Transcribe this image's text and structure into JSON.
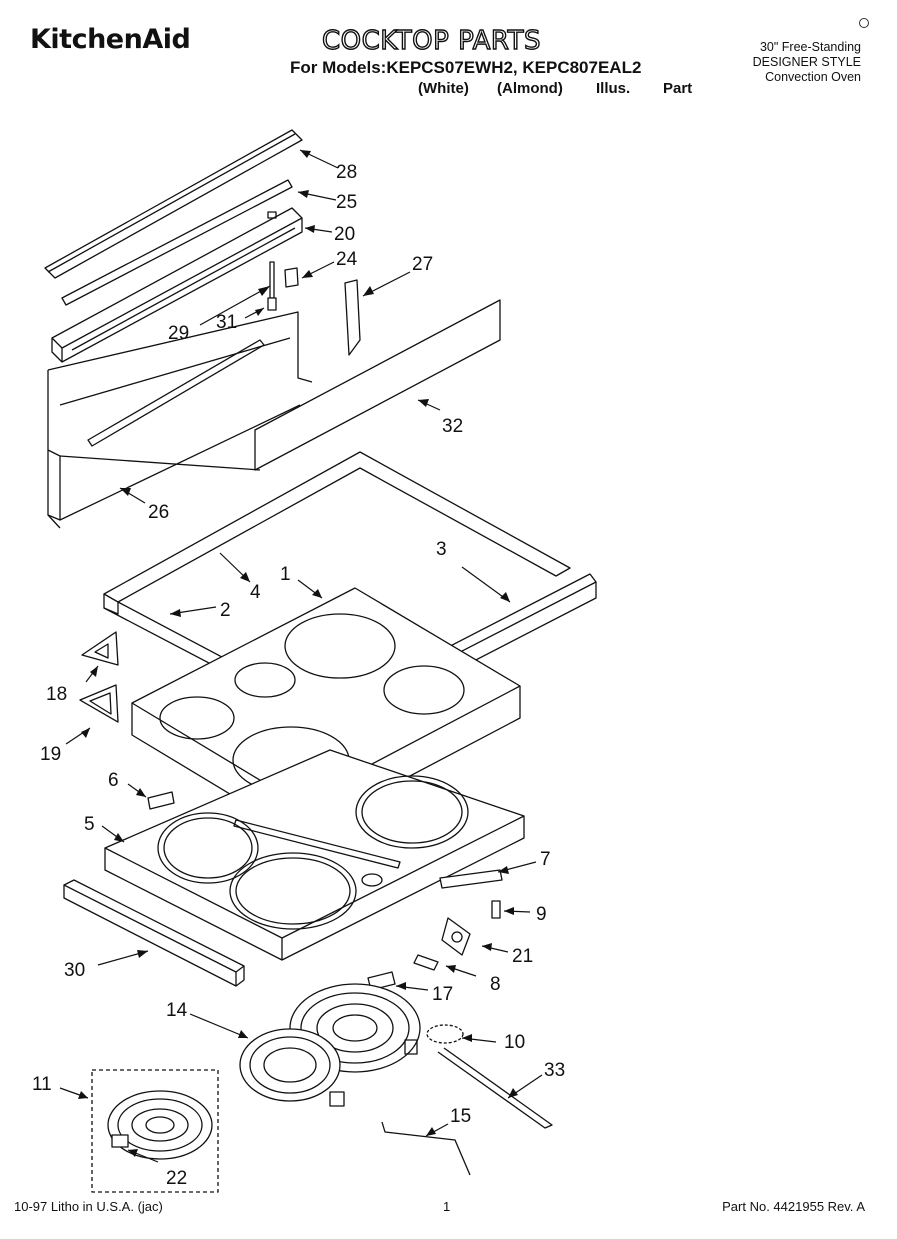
{
  "header": {
    "brand": "KitchenAid",
    "title": "COCKTOP PARTS",
    "models_line": "For Models:KEPCS07EWH2, KEPC807EAL2",
    "variant_white": "(White)",
    "variant_almond": "(Almond)",
    "illus_label": "Illus.",
    "part_label": "Part",
    "range_type": "30\" Free-Standing",
    "style": "DESIGNER STYLE",
    "oven_type": "Convection Oven"
  },
  "callouts": [
    "28",
    "25",
    "20",
    "24",
    "27",
    "29",
    "31",
    "32",
    "26",
    "3",
    "1",
    "4",
    "2",
    "18",
    "19",
    "6",
    "5",
    "7",
    "9",
    "21",
    "8",
    "17",
    "30",
    "14",
    "10",
    "33",
    "11",
    "15",
    "22"
  ],
  "footer": {
    "litho": "10-97 Litho in U.S.A. (jac)",
    "page": "1",
    "part_no": "Part No. 4421955 Rev. A"
  }
}
